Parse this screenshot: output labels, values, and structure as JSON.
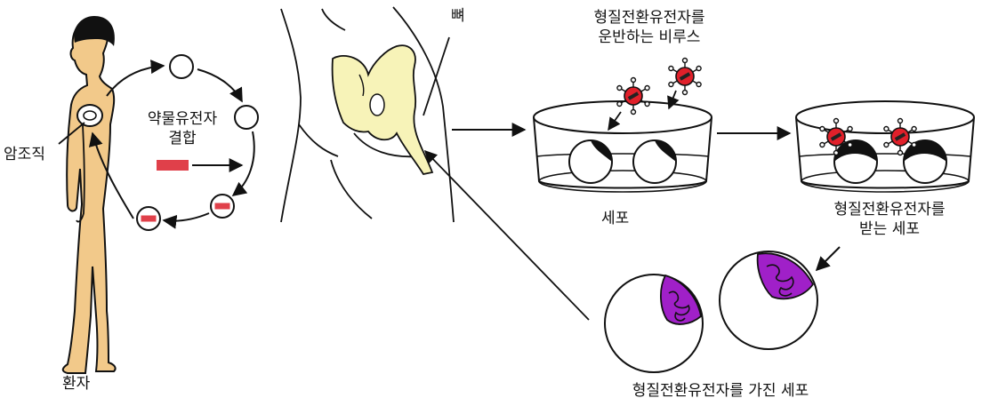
{
  "labels": {
    "bone": "뼈",
    "virus_line1": "형질전환유전자를",
    "virus_line2": "운반하는 비루스",
    "tumor": "암조직",
    "drug_line1": "약물유전자",
    "drug_line2": "결합",
    "patient": "환자",
    "cell": "세포",
    "receiving_line1": "형질전환유전자를",
    "receiving_line2": "받는 세포",
    "transformed": "형질전환유전자를 가진 세포"
  },
  "icons": [
    "human-body-icon",
    "hip-bone-icon",
    "virus-icon",
    "petri-dish-icon",
    "cell-icon",
    "gene-block-icon"
  ],
  "colors": {
    "skin": "#f2c98a",
    "bone": "#f7f3b8",
    "virus": "#e0202a",
    "gene_block": "#e0404a",
    "transgene": "#a020c8",
    "line": "#111111"
  }
}
